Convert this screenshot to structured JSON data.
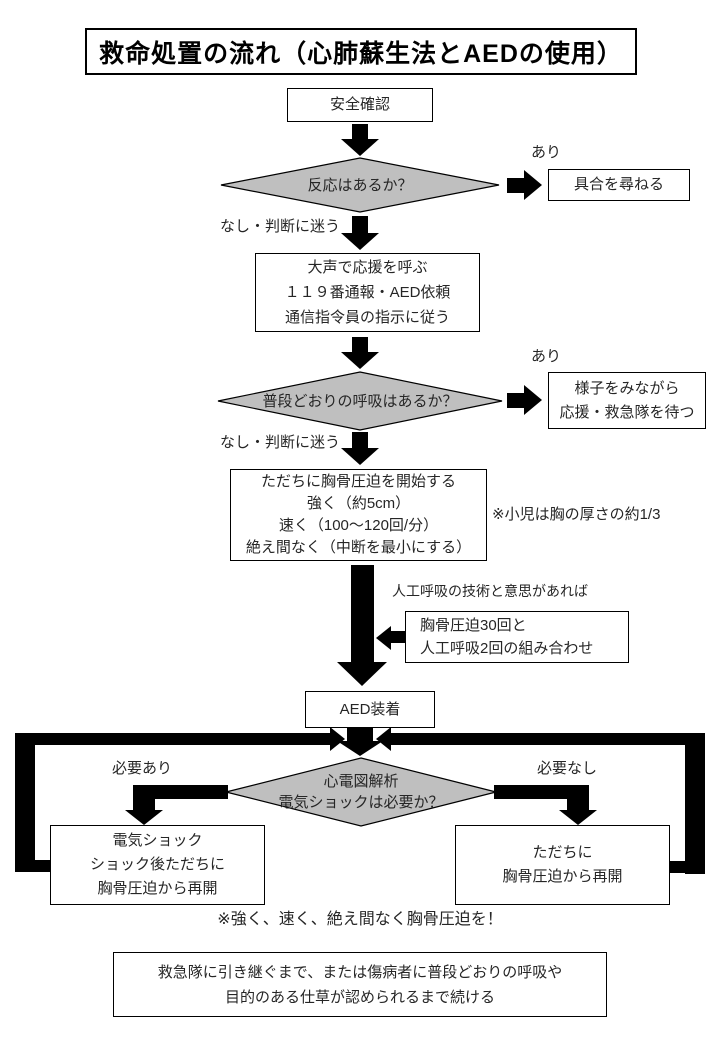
{
  "colors": {
    "diamond_fill": "#bfbfbf",
    "line_color": "#000000",
    "background": "#ffffff"
  },
  "title": "救命処置の流れ（心肺蘇生法とAEDの使用）",
  "flow": {
    "safety_check": "安全確認",
    "response": {
      "question": "反応はあるか？",
      "yes_label": "あり",
      "no_label": "なし・判断に迷う",
      "yes_action": "具合を尋ねる"
    },
    "call_help": {
      "line1": "大声で応援を呼ぶ",
      "line2": "１１９番通報・AED依頼",
      "line3": "通信指令員の指示に従う"
    },
    "breathing": {
      "question": "普段どおりの呼吸はあるか？",
      "yes_label": "あり",
      "no_label": "なし・判断に迷う",
      "yes_action_line1": "様子をみながら",
      "yes_action_line2": "応援・救急隊を待つ"
    },
    "compression": {
      "line1": "ただちに胸骨圧迫を開始する",
      "line2": "強く（約5cm）",
      "line3": "速く（100～120回/分）",
      "line4": "絶え間なく（中断を最小にする）",
      "side_note": "※小児は胸の厚さの約1/3"
    },
    "rescue_breath": {
      "condition": "人工呼吸の技術と意思があれば",
      "line1": "胸骨圧迫30回と",
      "line2": "人工呼吸2回の組み合わせ"
    },
    "aed": "AED装着",
    "shock_decision": {
      "line1": "心電図解析",
      "line2": "電気ショックは必要か？",
      "yes_label": "必要あり",
      "no_label": "必要なし"
    },
    "shock_yes": {
      "line1": "電気ショック",
      "line2": "ショック後ただちに",
      "line3": "胸骨圧迫から再開"
    },
    "shock_no": {
      "line1": "ただちに",
      "line2": "胸骨圧迫から再開"
    },
    "reminder": "※強く、速く、絶え間なく胸骨圧迫を！",
    "footer": {
      "line1": "救急隊に引き継ぐまで、または傷病者に普段どおりの呼吸や",
      "line2": "目的のある仕草が認められるまで続ける"
    }
  }
}
